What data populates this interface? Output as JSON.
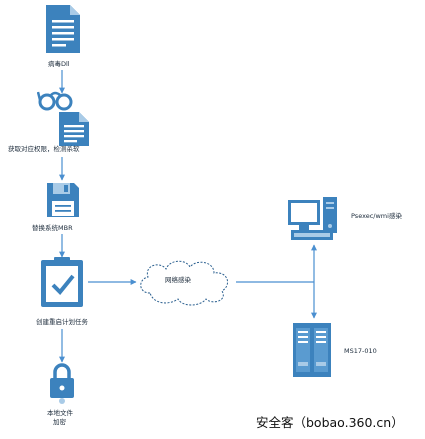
{
  "nodes": {
    "virus_dll": "病毒Dll",
    "get_privilege": "获取对应权限，检测杀软",
    "replace_mbr": "替换系统MBR",
    "create_task": "创建重启计划任务",
    "network_infect": "网络感染",
    "psexec": "Psexec/wmi感染",
    "ms17": "MS17-010",
    "encrypt_line1": "本地文件",
    "encrypt_line2": "加密"
  },
  "watermark": "安全客（bobao.360.cn）",
  "colors": {
    "icon_blue": "#3c82bd",
    "icon_light": "#ffffff",
    "line": "#4a8fd0"
  }
}
